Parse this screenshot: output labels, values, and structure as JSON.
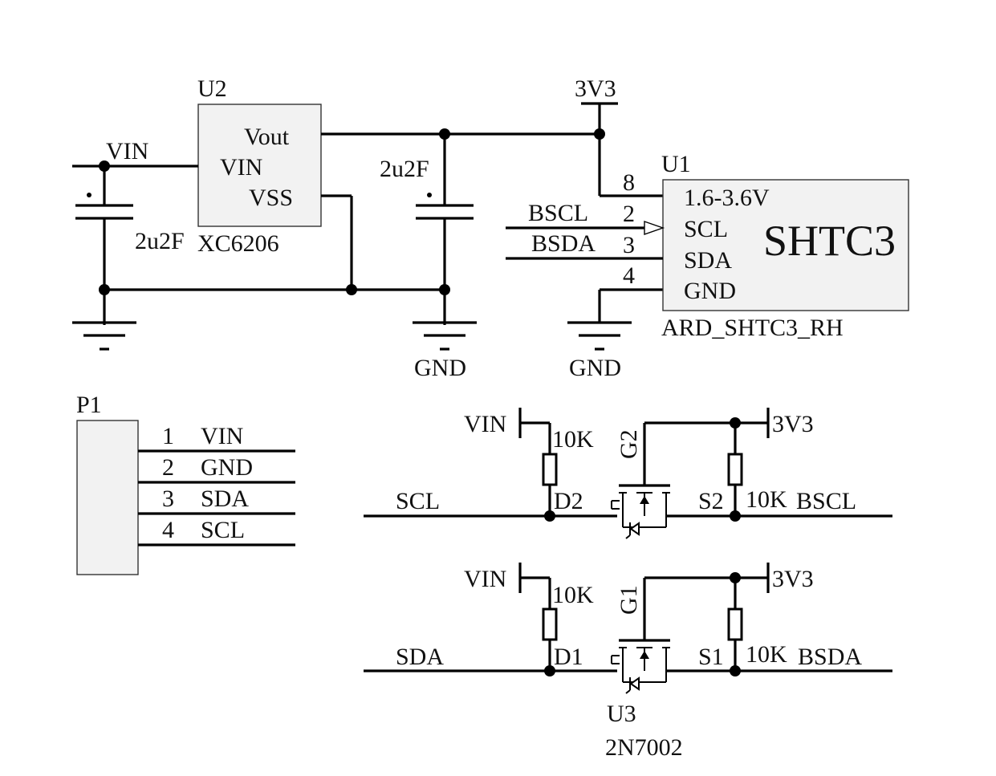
{
  "u2": {
    "ref": "U2",
    "part": "XC6206",
    "pins": {
      "vout": "Vout",
      "vin": "VIN",
      "vss": "VSS"
    }
  },
  "u1": {
    "ref": "U1",
    "name": "SHTC3",
    "part": "ARD_SHTC3_RH",
    "pins": [
      {
        "num": "8",
        "name": "1.6-3.6V"
      },
      {
        "num": "2",
        "name": "SCL"
      },
      {
        "num": "3",
        "name": "SDA"
      },
      {
        "num": "4",
        "name": "GND"
      }
    ]
  },
  "caps": {
    "c_left": "2u2F",
    "c_mid": "2u2F"
  },
  "nets": {
    "vin": "VIN",
    "v3v3": "3V3",
    "gnd": "GND",
    "bscl": "BSCL",
    "bsda": "BSDA",
    "scl": "SCL",
    "sda": "SDA"
  },
  "p1": {
    "ref": "P1",
    "pins": [
      {
        "num": "1",
        "net": "VIN"
      },
      {
        "num": "2",
        "net": "GND"
      },
      {
        "num": "3",
        "net": "SDA"
      },
      {
        "num": "4",
        "net": "SCL"
      }
    ]
  },
  "level_shift": {
    "resistor": "10K",
    "ch2": {
      "gate": "G2",
      "drain": "D2",
      "source": "S2"
    },
    "ch1": {
      "gate": "G1",
      "drain": "D1",
      "source": "S1"
    },
    "ref": "U3",
    "part": "2N7002"
  }
}
